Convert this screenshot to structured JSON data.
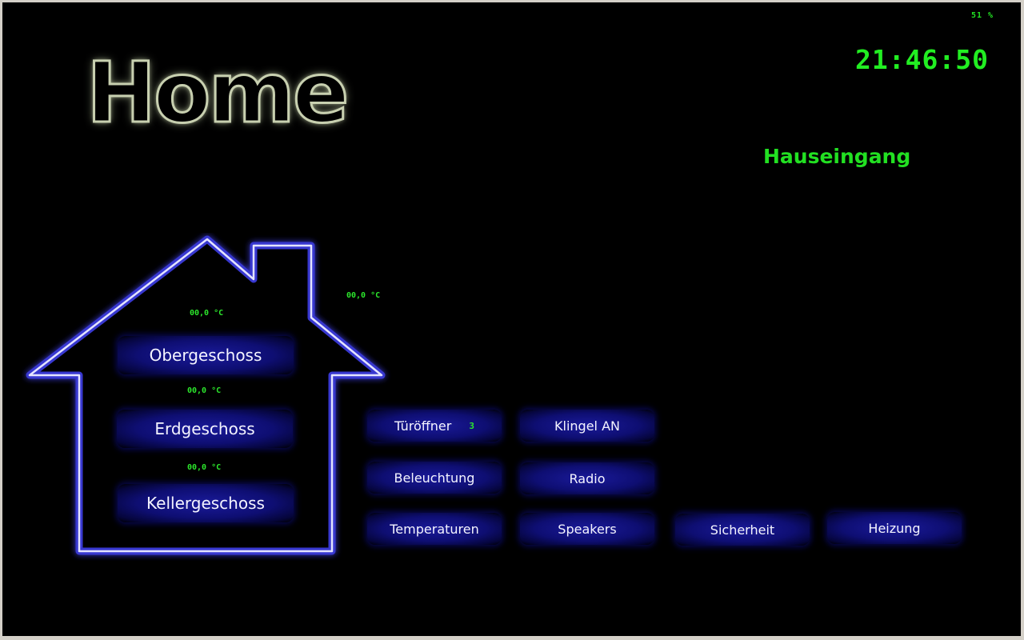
{
  "header": {
    "title": "Home",
    "clock": "21:46:50",
    "battery": "51 %",
    "location": "Hauseingang"
  },
  "house": {
    "outside_temp": "00,0 °C",
    "floors": [
      {
        "temp": "00,0 °C",
        "label": "Obergeschoss"
      },
      {
        "temp": "00,0 °C",
        "label": "Erdgeschoss"
      },
      {
        "temp": "00,0 °C",
        "label": "Kellergeschoss"
      }
    ]
  },
  "controls": {
    "door_opener": {
      "label": "Türöffner",
      "badge": "3"
    },
    "bell": "Klingel AN",
    "lighting": "Beleuchtung",
    "radio": "Radio",
    "temperatures": "Temperaturen",
    "speakers": "Speakers",
    "security": "Sicherheit",
    "heating": "Heizung"
  },
  "colors": {
    "background": "#000000",
    "accent_green": "#22ee22",
    "button_blue": "#0e0e72",
    "house_outline": "#d8d8ff"
  }
}
